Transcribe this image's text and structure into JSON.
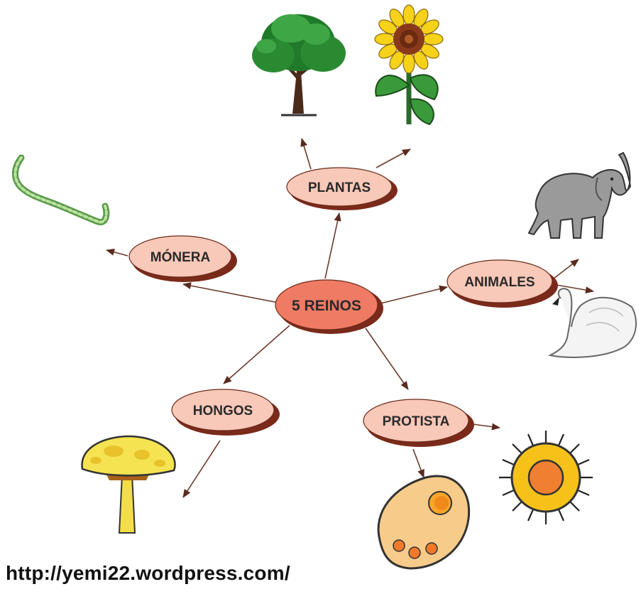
{
  "diagram": {
    "center": {
      "label": "5 REINOS",
      "color": "#f07b64"
    },
    "branches": [
      {
        "label": "PLANTAS",
        "color": "#f8c8b8"
      },
      {
        "label": "MÓNERA",
        "color": "#f8c8b8"
      },
      {
        "label": "ANIMALES",
        "color": "#f8c8b8"
      },
      {
        "label": "HONGOS",
        "color": "#f8c8b8"
      },
      {
        "label": "PROTISTA",
        "color": "#f8c8b8"
      }
    ],
    "illustrations": [
      "tree-icon",
      "sunflower-icon",
      "bacteria-icon",
      "elephant-icon",
      "swan-icon",
      "mushroom-icon",
      "paramecium-icon",
      "sun-protist-icon"
    ],
    "arrow_color": "#5a2a1e"
  },
  "footer": {
    "url": "http://yemi22.wordpress.com/"
  }
}
